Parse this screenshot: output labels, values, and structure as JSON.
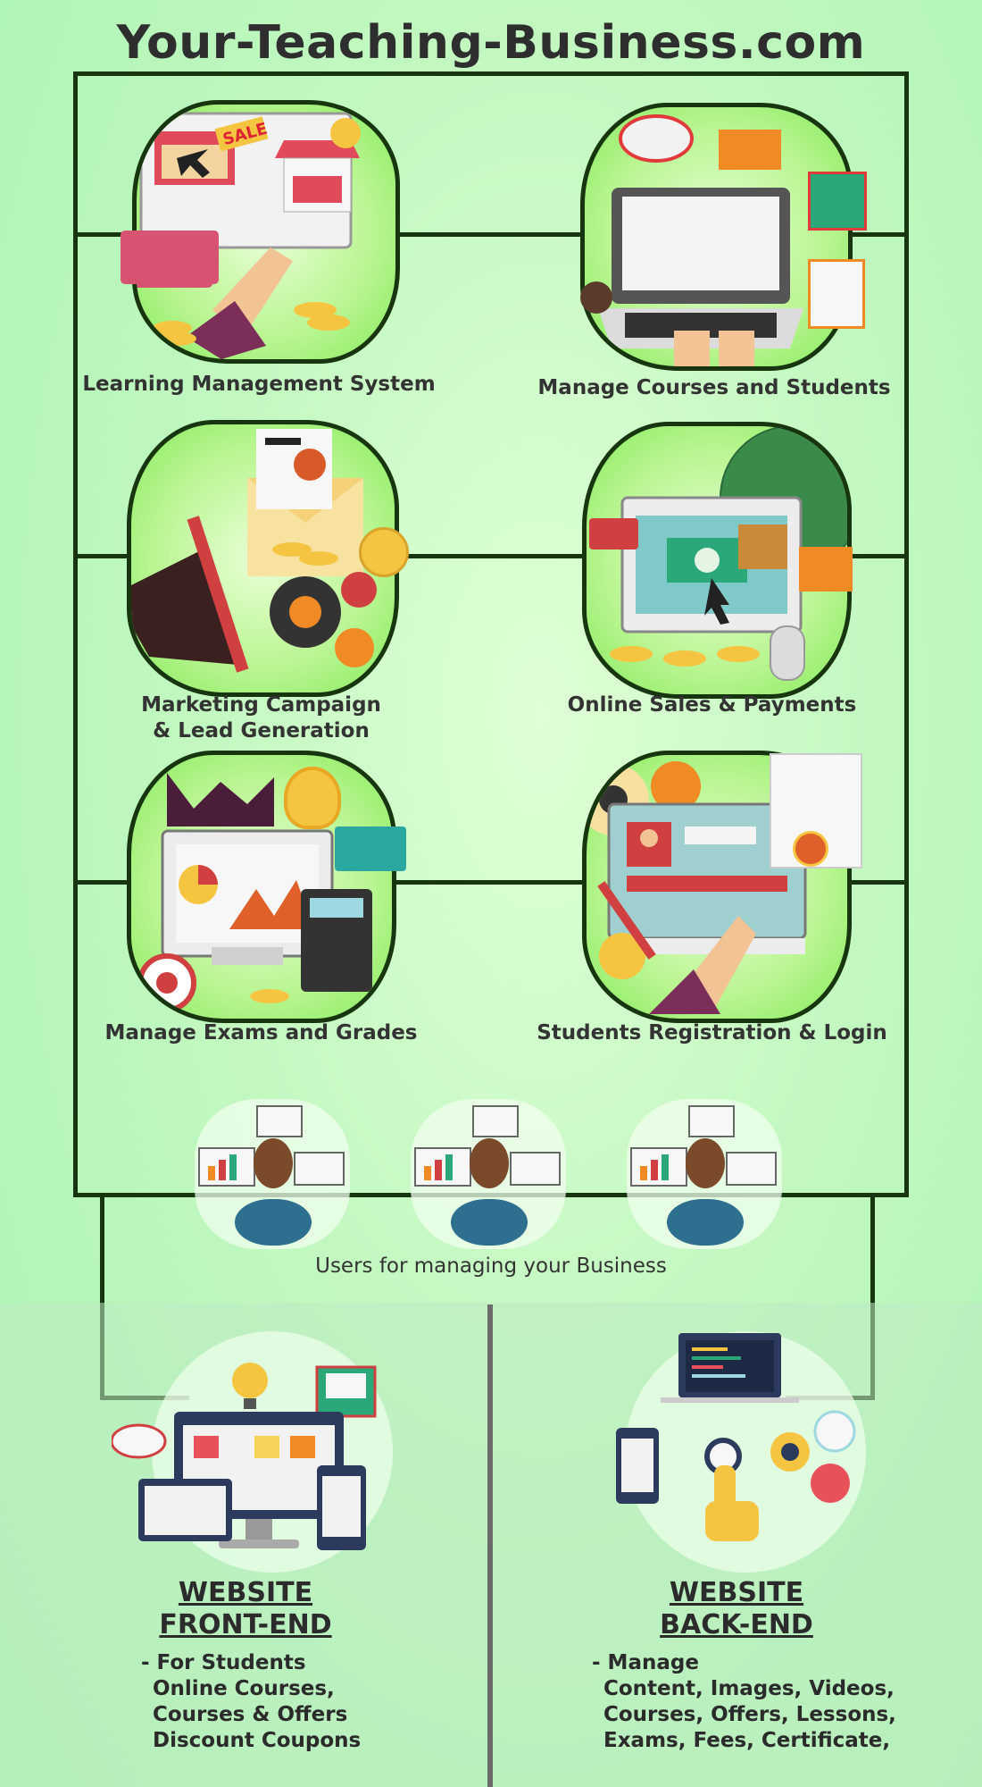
{
  "title": "Your-Teaching-Business.com",
  "features": [
    {
      "label": "Learning Management System"
    },
    {
      "label": "Manage Courses and Students"
    },
    {
      "label_line1": "Marketing Campaign",
      "label_line2": "& Lead Generation"
    },
    {
      "label": "Online Sales & Payments"
    },
    {
      "label": "Manage Exams and Grades"
    },
    {
      "label": "Students Registration & Login"
    }
  ],
  "users_caption": "Users for managing your Business",
  "front_end": {
    "heading_line1": "WEBSITE",
    "heading_line2": "FRONT-END",
    "lines": [
      "- For Students",
      "Online Courses,",
      "Courses & Offers",
      "Discount Coupons"
    ]
  },
  "back_end": {
    "heading_line1": "WEBSITE",
    "heading_line2": "BACK-END",
    "lines": [
      "- Manage",
      "Content, Images, Videos,",
      "Courses, Offers, Lessons,",
      "Exams, Fees, Certificate,"
    ]
  },
  "sale_tag": "SALE",
  "colors": {
    "frame": "#17360f",
    "accent_red": "#e03a3a",
    "accent_orange": "#f08a24",
    "coin": "#f5c542"
  }
}
